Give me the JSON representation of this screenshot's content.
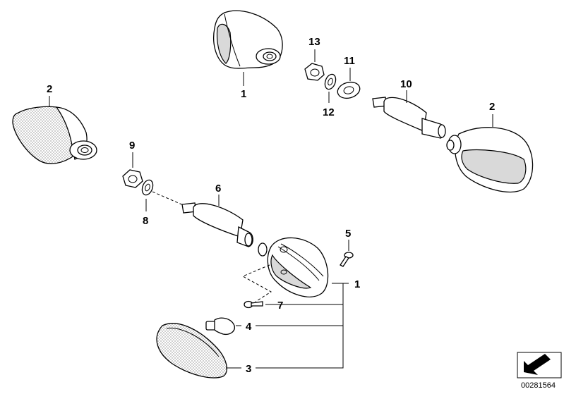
{
  "diagram_code": "00281564",
  "callouts": {
    "c1a": "1",
    "c2a": "2",
    "c2b": "2",
    "c13": "13",
    "c11": "11",
    "c10": "10",
    "c12": "12",
    "c9": "9",
    "c8": "8",
    "c6": "6",
    "c5": "5",
    "c1b": "1",
    "c7": "7",
    "c4": "4",
    "c3": "3"
  },
  "icons": {
    "corner_logo": "arrow-direction-icon"
  }
}
